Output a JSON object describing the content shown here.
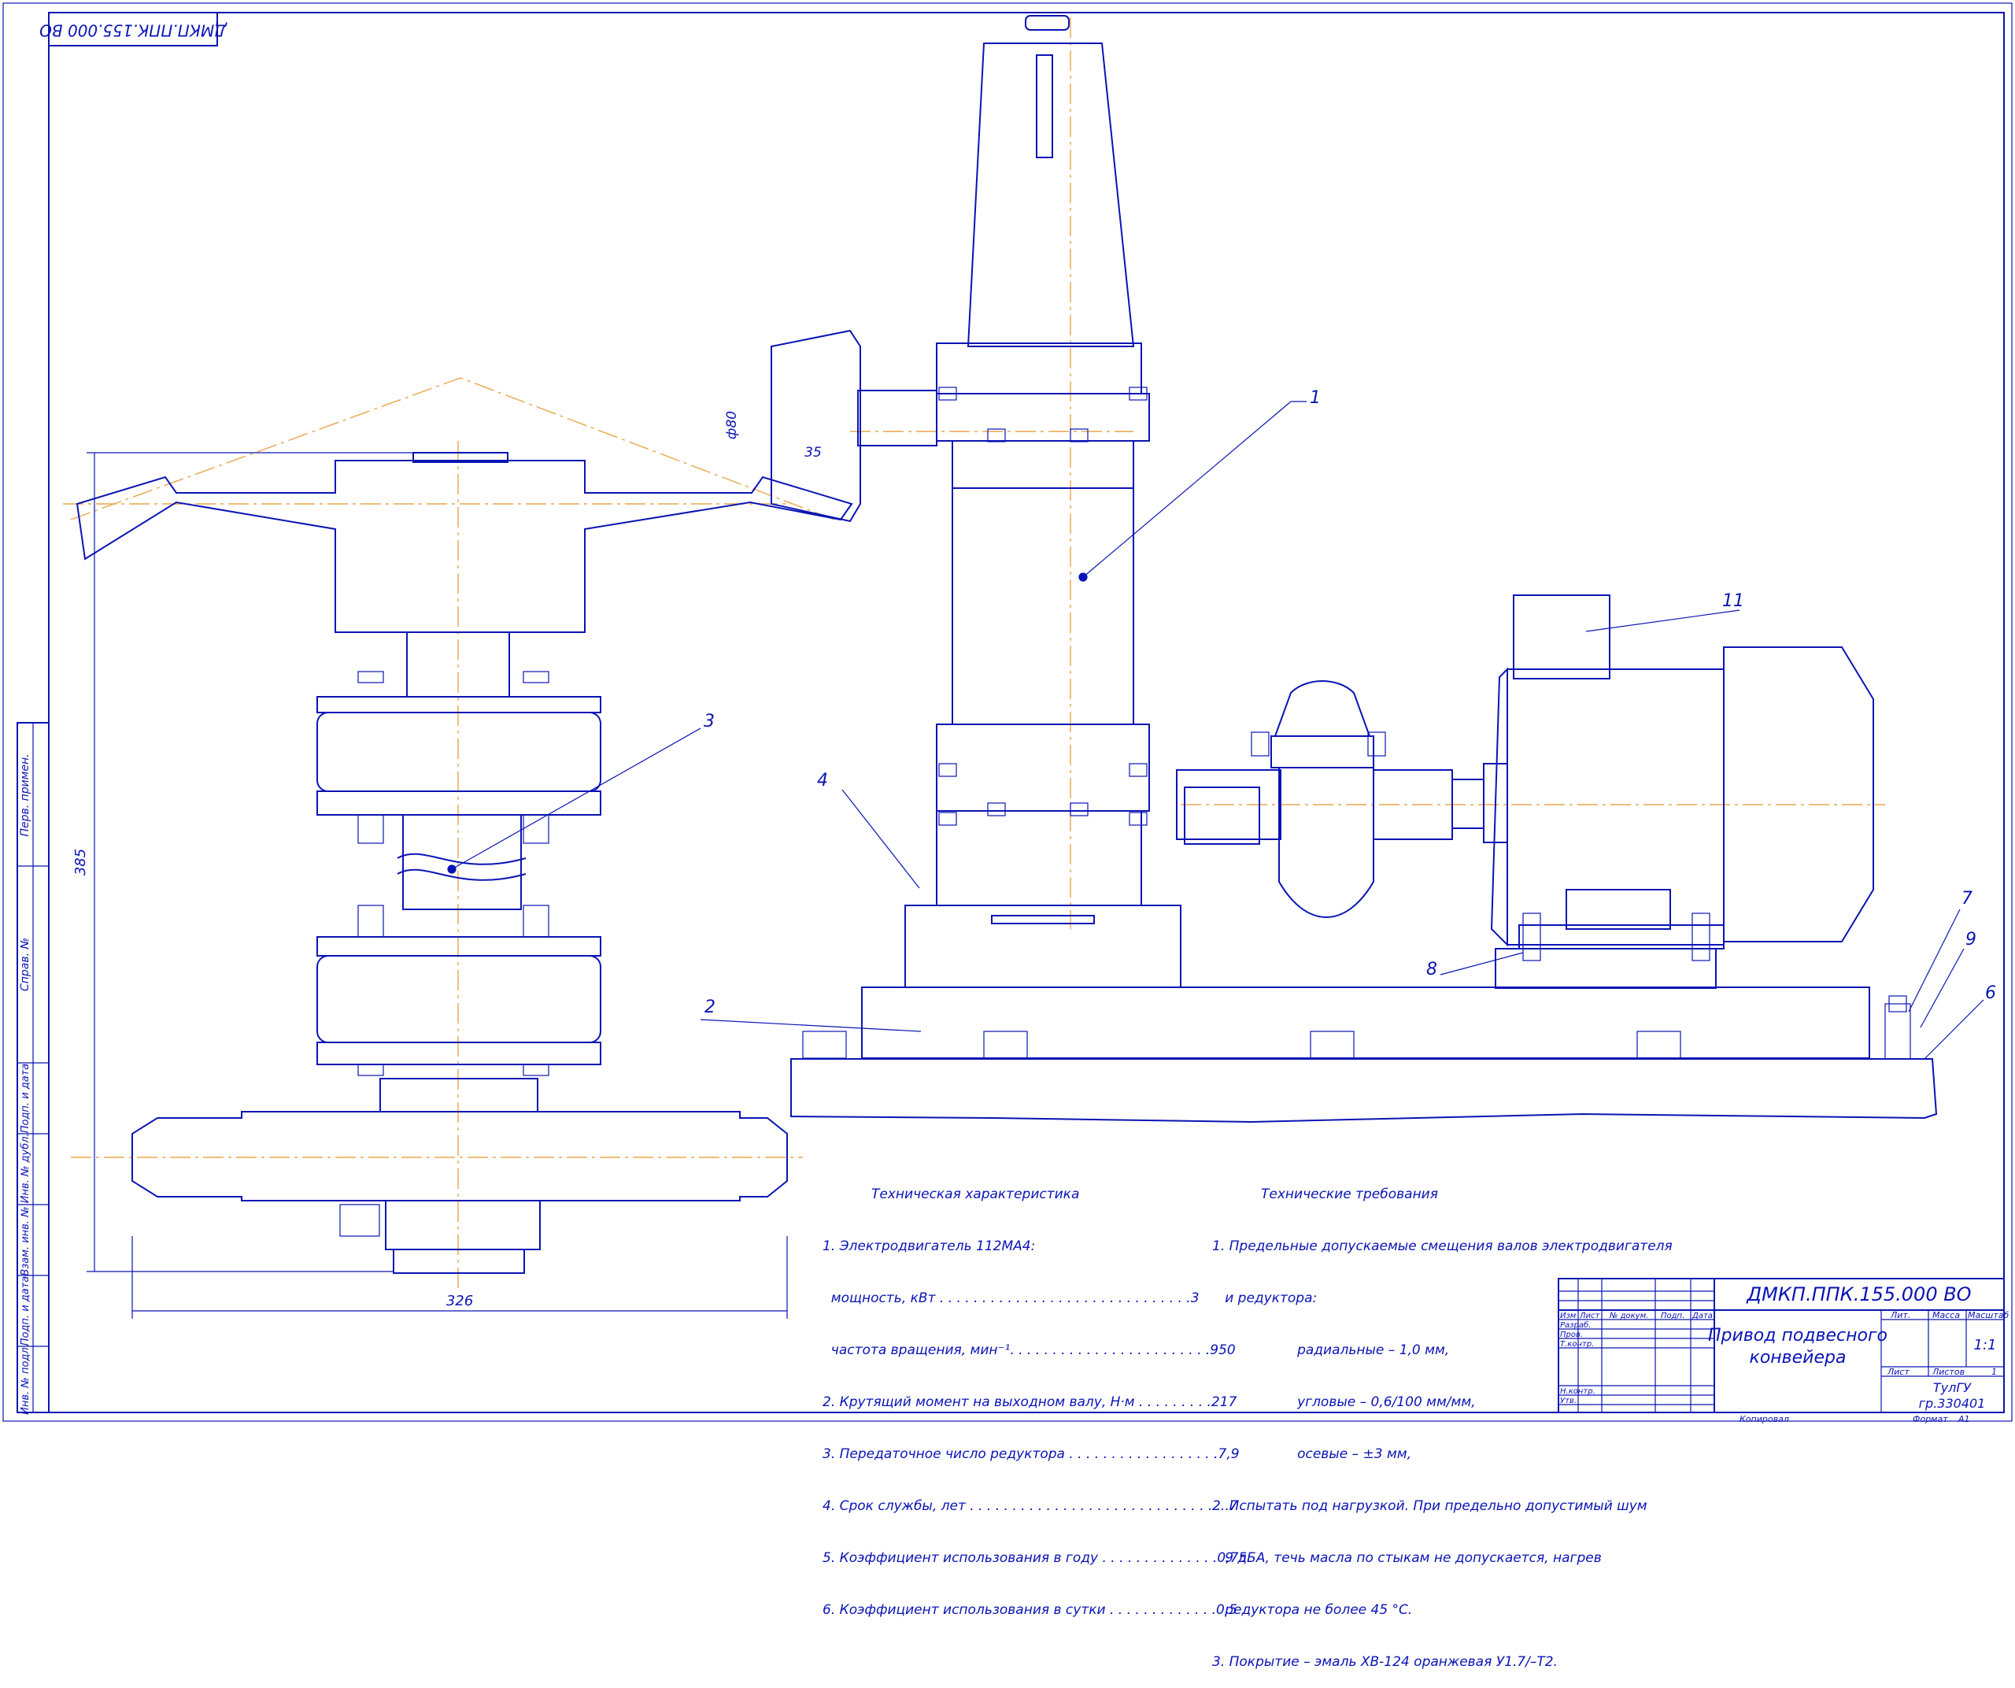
{
  "stamp_code_rotated": "ДМКП.ППК.155.000 ВО",
  "left_strip": {
    "perv_primen": "Перв. примен.",
    "sprav_no": "Справ. №",
    "podp_data_1": "Подп. и дата",
    "inv_dubl": "Взам. инв. № Инв. № дубл.",
    "podp_data_2": "Подп. и дата",
    "inv_podl": "Инв. № подл."
  },
  "dimensions": {
    "d80": "ф80",
    "d35": "35",
    "d385": "385",
    "d326": "326"
  },
  "leaders": {
    "p1": "1",
    "p2": "2",
    "p3": "3",
    "p4": "4",
    "p6": "6",
    "p7": "7",
    "p8": "8",
    "p9": "9",
    "p11": "11"
  },
  "tech_char": {
    "title": "Техническая характеристика",
    "lines": [
      "1. Электродвигатель 112МА4:",
      "  мощность, кВт . . . . . . . . . . . . . . . . . . . . . . . . . . . . . .3",
      "  частота вращения, мин⁻¹. . . . . . . . . . . . . . . . . . . . . . . .950",
      "2. Крутящий момент на выходном валу, Н·м . . . . . . . . .217",
      "3. Передаточное число редуктора . . . . . . . . . . . . . . . . . .7,9",
      "4. Срок службы, лет . . . . . . . . . . . . . . . . . . . . . . . . . . . . . . .7",
      "5. Коэффициент использования в году . . . . . . . . . . . . . .0,75",
      "6. Коэффициент использования в сутки . . . . . . . . . . . . .0,5"
    ]
  },
  "tech_req": {
    "title": "Технические требования",
    "lines": [
      "1. Предельные допускаемые смещения валов электродвигателя",
      "   и редуктора:",
      "                    радиальные – 1,0 мм,",
      "                    угловые – 0,6/100 мм/мм,",
      "                    осевые – ±3 мм,",
      "2. Испытать под нагрузкой. При предельно допустимый шум",
      "   9 дБА, течь масла по стыкам не допускается, нагрев",
      "   редуктора не более 45 °С.",
      "3. Покрытие – эмаль ХВ-124 оранжевая У1.7/–Т2."
    ]
  },
  "title_block": {
    "code": "ДМКП.ППК.155.000 ВО",
    "name_line1": "Привод подвесного",
    "name_line2": "конвейера",
    "izm": "Изм",
    "list": "Лист",
    "doc_no": "№ докум.",
    "podp": "Подп.",
    "data": "Дата",
    "razrab": "Разраб.",
    "prov": "Пров.",
    "tkontr": "Т.контр.",
    "nkontr": "Н.контр.",
    "utv": "Утв.",
    "lit": "Лит.",
    "massa": "Масса",
    "masshtab": "Масштаб",
    "scale_value": "1:1",
    "list_label": "Лист",
    "listov_label": "Листов",
    "listov_value": "1",
    "org": "ТулГУ",
    "group": "гр.330401",
    "kopiroval": "Копировал",
    "format_label": "Формат",
    "format_value": "А1"
  }
}
